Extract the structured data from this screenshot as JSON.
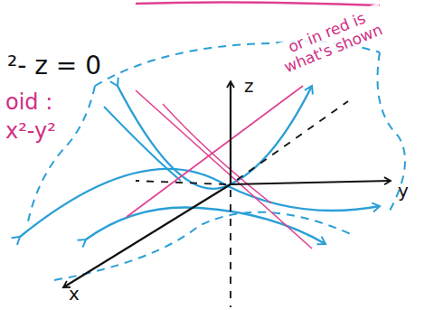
{
  "diagram": {
    "labels": [
      "²- z = 0",
      "oid :",
      "x²-y²",
      "or in red is what's shown",
      "z",
      "y",
      "x"
    ]
  }
}
